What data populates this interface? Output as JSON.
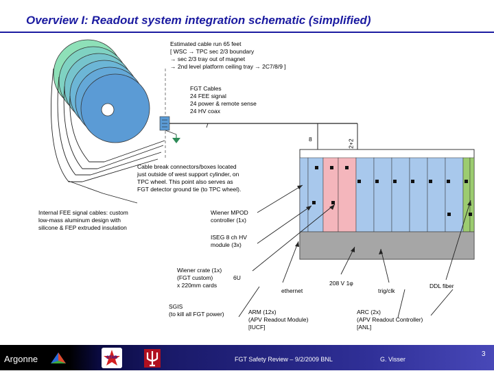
{
  "title": "Overview I: Readout system integration schematic (simplified)",
  "labels": {
    "cable_run": [
      "Estimated cable run 65 feet",
      "[ WSC → TPC sec 2/3 boundary",
      "→ sec 2/3 tray out of magnet",
      "→ 2nd level platform ceiling tray → 2C7/8/9 ]"
    ],
    "fgt_cables": [
      "FGT Cables",
      "24 FEE signal",
      "24 power & remote sense",
      "24 HV coax"
    ],
    "count_8": "8",
    "count_2plus2": "2+2",
    "cable_break": [
      "Cable break connectors/boxes located",
      "just outside of west support cylinder, on",
      "TPC wheel. This point also serves as",
      "FGT detector ground tie (to TPC wheel)."
    ],
    "internal_fee": [
      "Internal FEE signal cables: custom",
      "low-mass aluminum design with",
      "silicone & FEP extruded insulation"
    ],
    "wiener_mpod": [
      "Wiener MPOD",
      "controller (1x)"
    ],
    "iseg": [
      "ISEG 8 ch HV",
      "module (3x)"
    ],
    "wiener_crate": [
      "Wiener crate (1x)",
      "(FGT custom)",
      "x 220mm cards"
    ],
    "crate_6u": "6U",
    "sgis": [
      "SGIS",
      "(to kill all FGT power)"
    ],
    "ethernet": "ethernet",
    "power_208": "208 V 1φ",
    "trig_clk": "trig/clk",
    "ddl_fiber": "DDL fiber",
    "arm": [
      "ARM (12x)",
      "(APV Readout Module)",
      "[IUCF]"
    ],
    "arc": [
      "ARC (2x)",
      "(APV Readout Controller)",
      "[ANL]"
    ]
  },
  "footer": {
    "review": "FGT Safety Review – 9/2/2009 BNL",
    "author": "G. Visser",
    "page": "3",
    "logo_argonne": "Argonne",
    "logo_star": "STAR"
  },
  "colors": {
    "title": "#1a1aa0",
    "disk_front": "#5b9bd5",
    "disk_back": "#8ee0b8",
    "crate_blue": "#a8c8ec",
    "crate_pink": "#f4b6bc",
    "crate_green": "#9ccc70",
    "crate_gray": "#a6a6a6",
    "ground_green": "#2e8b57"
  }
}
